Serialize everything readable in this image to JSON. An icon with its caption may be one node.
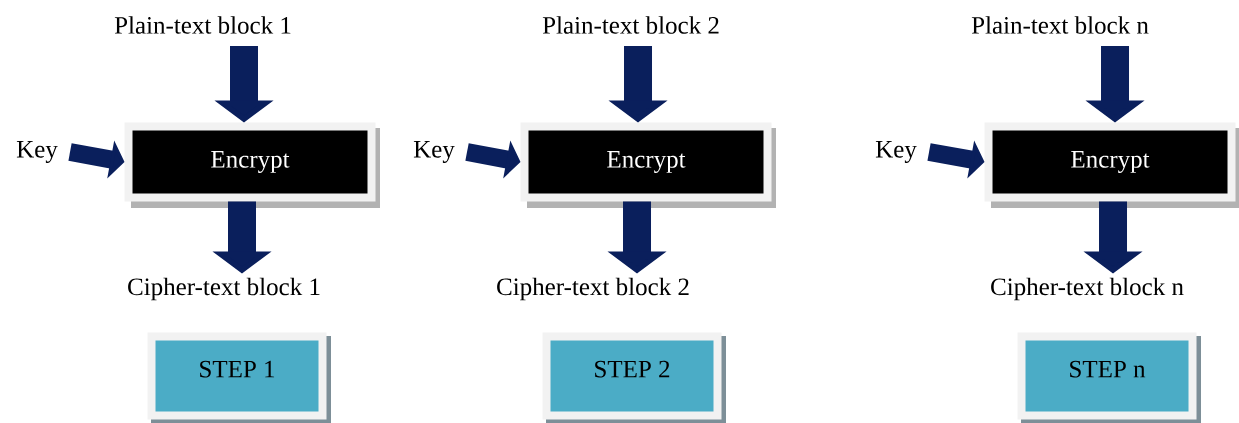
{
  "diagram": {
    "nodes": [
      {
        "text": [
          "Plain-text block 1"
        ]
      },
      {
        "text": [
          "Key"
        ]
      },
      {
        "text": [
          "Encrypt"
        ]
      },
      {
        "text": [
          "Cipher-text block 1"
        ]
      },
      {
        "text": [
          "STEP 1"
        ]
      },
      {
        "text": [
          "Plain-text block 2"
        ]
      },
      {
        "text": [
          "Key"
        ]
      },
      {
        "text": [
          "Encrypt"
        ]
      },
      {
        "text": [
          "Cipher-text block 2"
        ]
      },
      {
        "text": [
          "STEP 2"
        ]
      },
      {
        "text": [
          "Plain-text block n"
        ]
      },
      {
        "text": [
          "Key"
        ]
      },
      {
        "text": [
          "Encrypt"
        ]
      },
      {
        "text": [
          "Cipher-text block n"
        ]
      },
      {
        "text": [
          "STEP n"
        ]
      }
    ],
    "edges": [
      {
        "from": 0,
        "to": 2,
        "arrow": "to"
      },
      {
        "from": 1,
        "to": 2,
        "arrow": "to"
      },
      {
        "from": 2,
        "to": 3,
        "arrow": "to"
      },
      {
        "from": 5,
        "to": 7,
        "arrow": "to"
      },
      {
        "from": 6,
        "to": 7,
        "arrow": "to"
      },
      {
        "from": 7,
        "to": 8,
        "arrow": "to"
      },
      {
        "from": 10,
        "to": 12,
        "arrow": "to"
      },
      {
        "from": 11,
        "to": 12,
        "arrow": "to"
      },
      {
        "from": 12,
        "to": 13,
        "arrow": "to"
      }
    ]
  }
}
